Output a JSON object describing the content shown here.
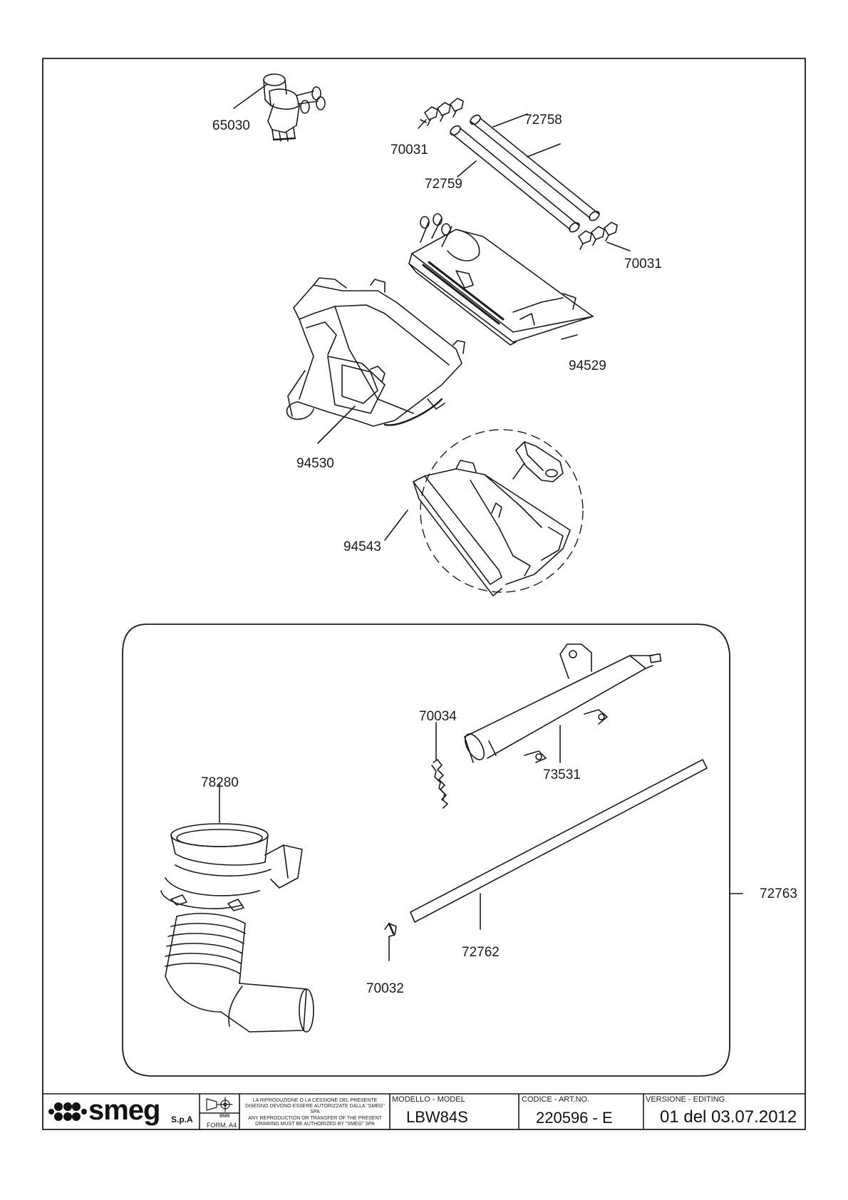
{
  "parts": [
    {
      "id": "p65030",
      "code": "65030"
    },
    {
      "id": "p70031a",
      "code": "70031"
    },
    {
      "id": "p72758",
      "code": "72758"
    },
    {
      "id": "p72759",
      "code": "72759"
    },
    {
      "id": "p70031b",
      "code": "70031"
    },
    {
      "id": "p94529",
      "code": "94529"
    },
    {
      "id": "p94530",
      "code": "94530"
    },
    {
      "id": "p94543",
      "code": "94543"
    },
    {
      "id": "p70034",
      "code": "70034"
    },
    {
      "id": "p73531",
      "code": "73531"
    },
    {
      "id": "p78280",
      "code": "78280"
    },
    {
      "id": "p72763",
      "code": "72763"
    },
    {
      "id": "p72762",
      "code": "72762"
    },
    {
      "id": "p70032",
      "code": "70032"
    }
  ],
  "title_block": {
    "brand": "smeg",
    "brand_suffix": "S.p.A",
    "unit": "mm",
    "format": "FORM. A4",
    "legal_it": "LA RIPRODUZIONE O LA CESSIONE DEL PRESENTE DISEGNO DEVONO ESSERE AUTORIZZATE DALLA \"SMEG\" SPA",
    "legal_en": "ANY REPRODUCTION OR TRANSFER OF THE PRESENT DRAWING MUST BE AUTHORIZED BY \"SMEG\" SPA",
    "model_caption": "MODELLO - MODEL",
    "model_value": "LBW84S",
    "code_caption": "CODICE - ART.NO.",
    "code_value": "220596 - E",
    "version_caption": "VERSIONE - EDITING",
    "version_value": "01 del 03.07.2012"
  }
}
